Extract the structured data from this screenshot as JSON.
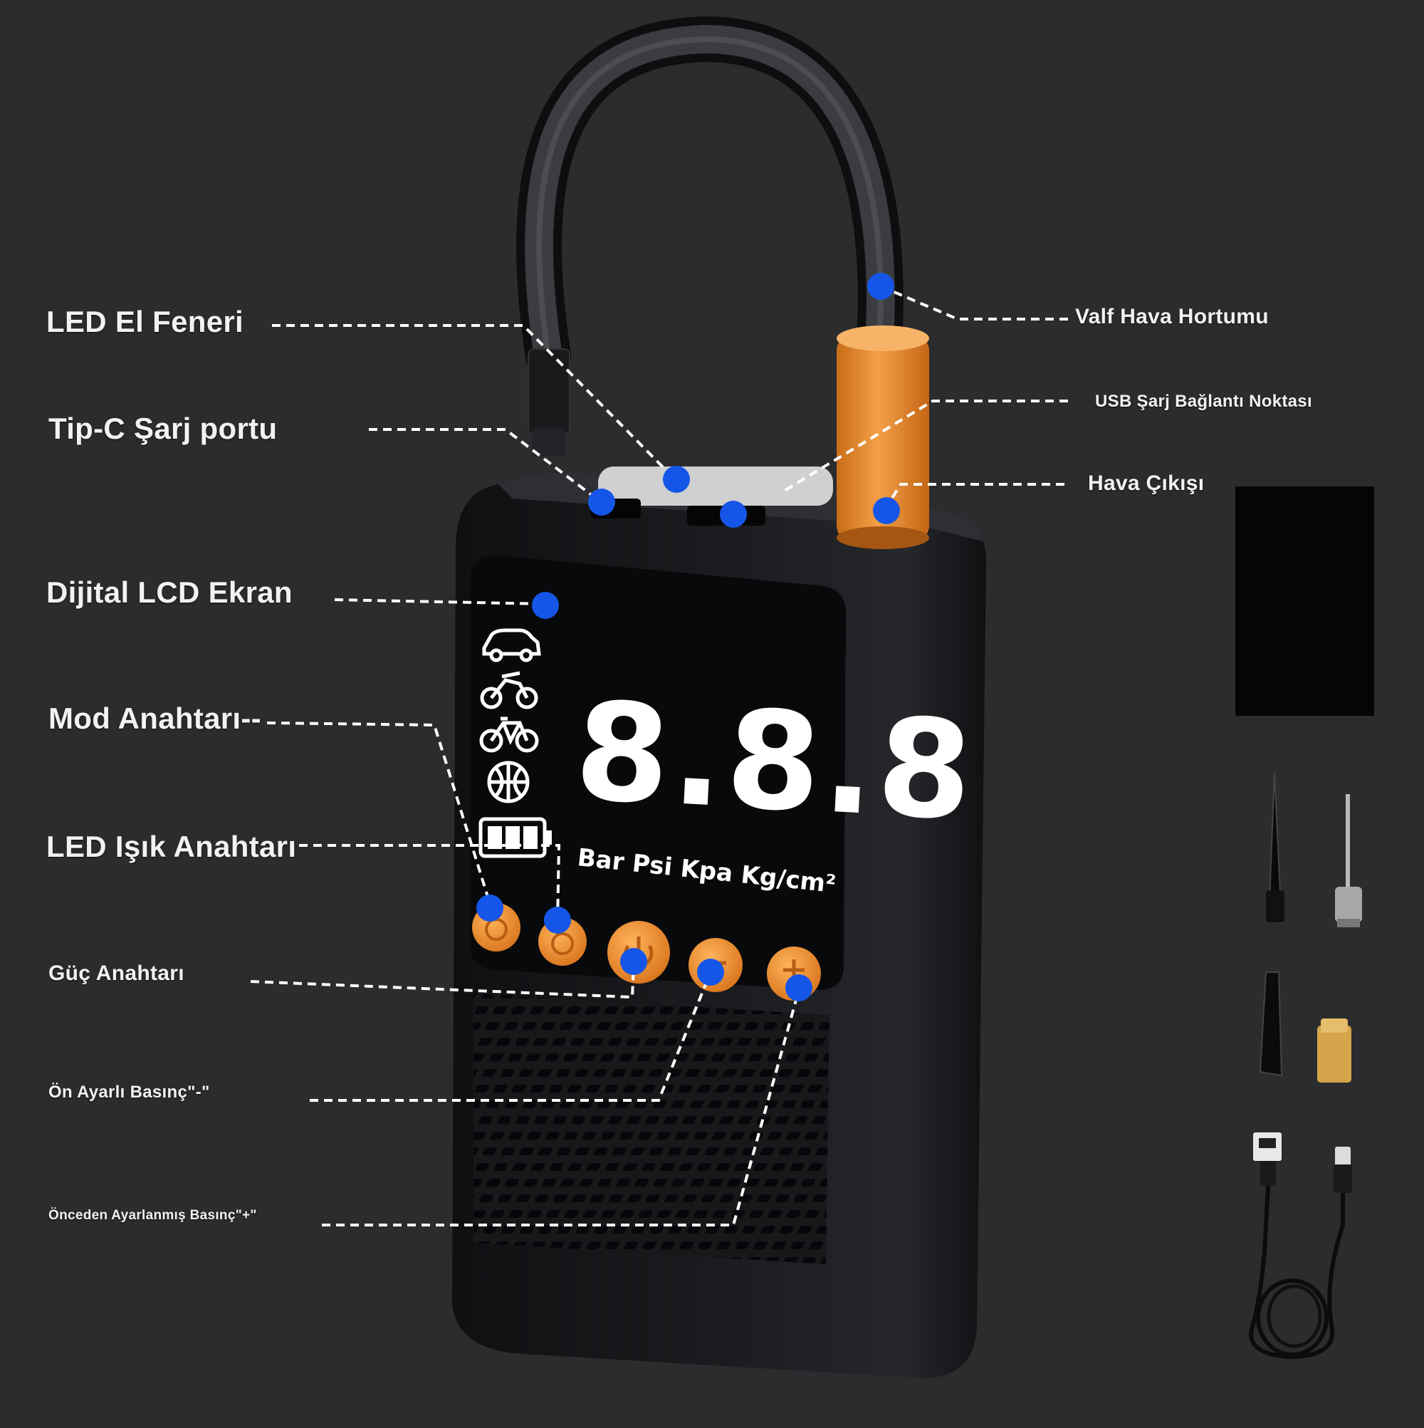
{
  "labels": {
    "led_flashlight": "LED El Feneri",
    "typec_port": "Tip-C Şarj portu",
    "lcd_screen": "Dijital LCD Ekran",
    "mode_switch": "Mod Anahtarı--",
    "led_light_switch": "LED Işık Anahtarı",
    "power_switch": "Güç Anahtarı",
    "preset_minus": "Ön Ayarlı Basınç\"-\"",
    "preset_plus": "Önceden Ayarlanmış Basınç\"+\"",
    "valve_hose": "Valf Hava Hortumu",
    "usb_port": "USB Şarj Bağlantı Noktası",
    "air_outlet": "Hava Çıkışı"
  },
  "display": {
    "digits": "8.8.8",
    "units": "Bar Psi Kpa Kg/cm²"
  },
  "colors": {
    "background": "#2b2c2e",
    "device_body": "#141517",
    "accent_orange": "#f0962e",
    "marker_blue": "#1556e8",
    "label_text": "#f2f2f2"
  },
  "icons": [
    "car-icon",
    "motorcycle-icon",
    "bicycle-icon",
    "basketball-icon",
    "battery-icon",
    "power-icon"
  ]
}
